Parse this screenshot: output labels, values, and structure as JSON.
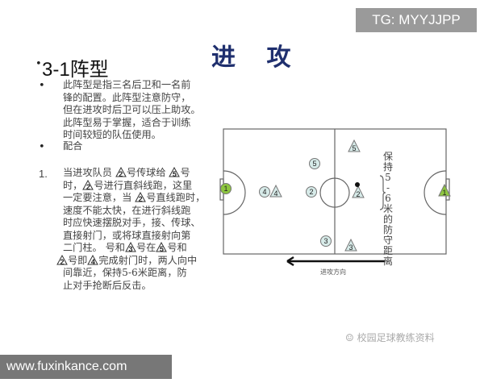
{
  "title": "进 攻",
  "watermark_top": "TG: MYYJJPP",
  "watermark_bottom": "www.fuxinkance.com",
  "source_label": "校园足球教练资料",
  "heading": "3-1阵型",
  "bullet_char": "•",
  "intro_lines": [
    "此阵型是指三名后卫和一名前",
    "锋的配置。此阵型注意防守，",
    "但在进攻时后卫可以压上助攻。",
    "此阵型易于掌握，适合于训练",
    "时间较短的队伍使用。"
  ],
  "sub_heading": "配合",
  "step_number": "1.",
  "step_lines": [
    [
      {
        "t": "当进攻队员 "
      },
      {
        "tri": "2"
      },
      {
        "t": "号传球给 "
      },
      {
        "tri": "5"
      },
      {
        "t": "号"
      }
    ],
    [
      {
        "t": "时，"
      },
      {
        "tri": "2"
      },
      {
        "t": "号进行直斜线跑，这里"
      }
    ],
    [
      {
        "t": "一定要注意，当 "
      },
      {
        "tri": "2"
      },
      {
        "t": "号直线跑时，"
      }
    ],
    [
      {
        "t": "速度不能太快，在进行斜线跑"
      }
    ],
    [
      {
        "t": "时应快速摆脱对手，接、传球、"
      }
    ],
    [
      {
        "t": "直接射门，或将球直接射向第"
      }
    ],
    [
      {
        "t": "二门柱。   号和"
      },
      {
        "tri": "3"
      },
      {
        "t": "号在"
      },
      {
        "tri": "5"
      },
      {
        "t": "号和"
      }
    ],
    [
      {
        "tri": "2"
      },
      {
        "t": "号即"
      },
      {
        "tri": "4"
      },
      {
        "t": "完成射门时，两人向中"
      }
    ],
    [
      {
        "t": "间靠近，保持5-6米距离，防"
      }
    ],
    [
      {
        "t": "止对手抢断后反击。"
      }
    ]
  ],
  "field": {
    "defense_note": "保持5-6米的防守距离",
    "direction_label": "进攻方向",
    "attackers": [
      "1",
      "4",
      "2",
      "5",
      "3"
    ],
    "defenders": [
      "4",
      "5",
      "2",
      "3",
      "1"
    ],
    "colors": {
      "goalkeeper": "#8dc63f",
      "player": "#d7ebe9",
      "line": "#555555"
    }
  }
}
